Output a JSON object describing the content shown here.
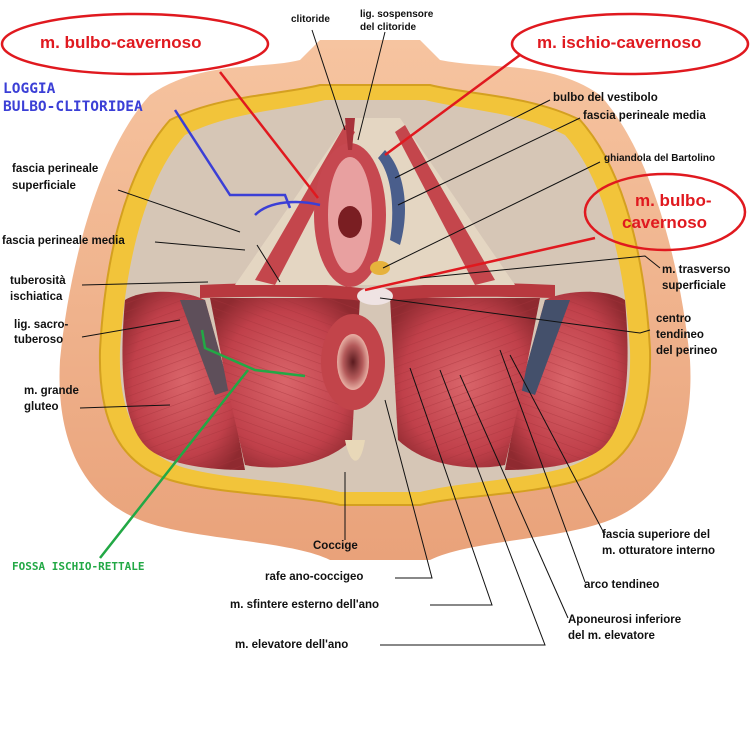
{
  "colors": {
    "muscle": "#c8484c",
    "muscle_dark": "#9c2a30",
    "fat_yellow": "#f2c43a",
    "skin": "#f0b48a",
    "fascia": "#e8dcc8",
    "bulb_blue": "#4a5e8c",
    "highlight_red": "#e0191f",
    "highlight_blue": "#3b3fd6",
    "highlight_green": "#22a845"
  },
  "ovals": {
    "bulbo_top": "m. bulbo-cavernoso",
    "ischio": "m. ischio-cavernoso",
    "bulbo_right_line1": "m. bulbo-",
    "bulbo_right_line2": "cavernoso"
  },
  "regions": {
    "loggia_line1": "LOGGIA",
    "loggia_line2": "BULBO-CLITORIDEA",
    "fossa": "FOSSA ISCHIO-RETTALE"
  },
  "labels": {
    "clitoride": "clitoride",
    "lig_sosp_1": "lig. sospensore",
    "lig_sosp_2": "del clitoride",
    "bulbo_vestibolo": "bulbo del vestibolo",
    "fascia_perineale_media_r": "fascia perineale media",
    "ghiandola": "ghiandola del Bartolino",
    "trasverso_1": "m. trasverso",
    "trasverso_2": "superficiale",
    "centro_1": "centro",
    "centro_2": "tendineo",
    "centro_3": "del perineo",
    "fascia_sup_1": "fascia perineale",
    "fascia_sup_2": "superficiale",
    "fascia_media_l": "fascia perineale media",
    "tuberosita_1": "tuberosità",
    "tuberosita_2": "ischiatica",
    "sacro_1": "lig. sacro-",
    "sacro_2": "tuberoso",
    "gluteo_1": "m. grande",
    "gluteo_2": "gluteo",
    "coccige": "Coccige",
    "rafe": "rafe ano-coccigeo",
    "sfintere": "m. sfintere esterno dell'ano",
    "elevatore": "m. elevatore dell'ano",
    "otturatore_1": "fascia superiore del",
    "otturatore_2": "m. otturatore interno",
    "arco": "arco tendineo",
    "aponeurosi_1": "Aponeurosi inferiore",
    "aponeurosi_2": "del m. elevatore"
  }
}
